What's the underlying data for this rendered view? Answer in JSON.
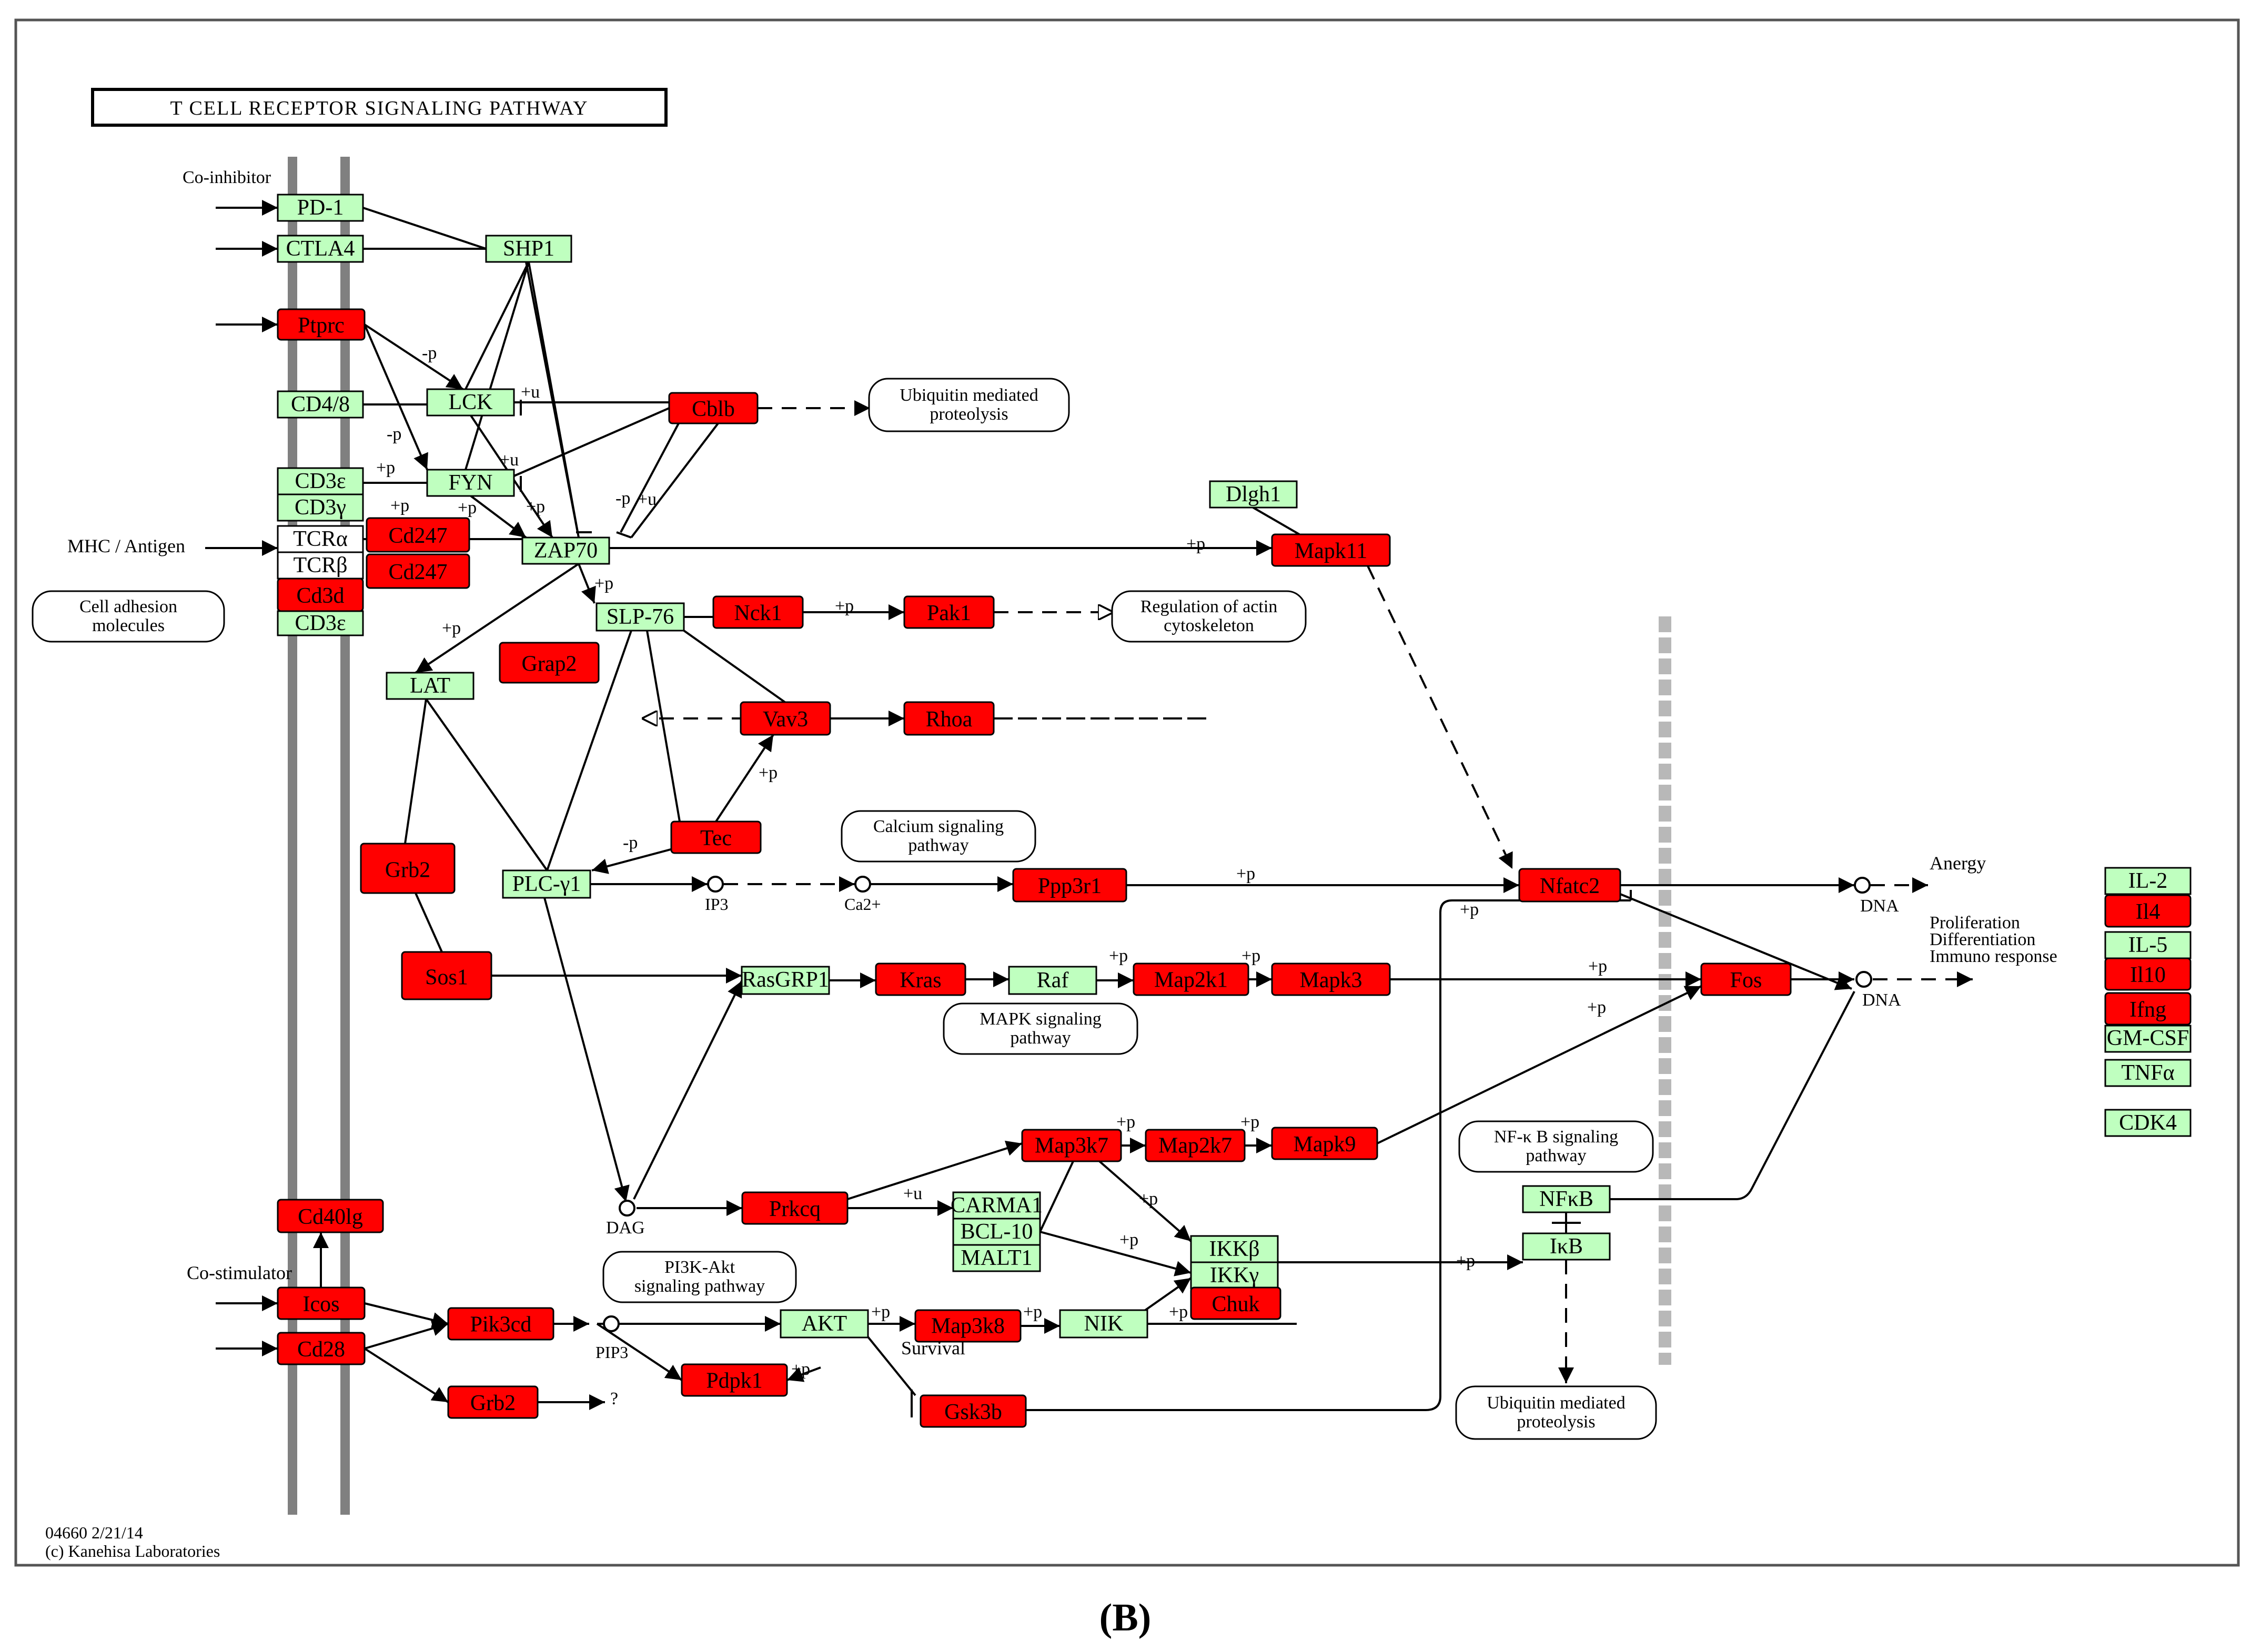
{
  "title": "T  CELL  RECEPTOR  SIGNALING PATHWAY",
  "footer": {
    "id": "04660 2/21/14",
    "copyright": "(c) Kanehisa Laboratories"
  },
  "caption": {
    "open": "(",
    "letter": "B",
    "close": ")"
  },
  "colors": {
    "up": "#ff0000",
    "normal": "#bfffbf",
    "border": "#000000",
    "membrane": "#808080"
  },
  "genes": [
    {
      "id": "pd1",
      "label": "PD-1",
      "status": "normal"
    },
    {
      "id": "ctla4",
      "label": "CTLA4",
      "status": "normal"
    },
    {
      "id": "shp1",
      "label": "SHP1",
      "status": "normal"
    },
    {
      "id": "ptprc",
      "label": "Ptprc",
      "status": "up"
    },
    {
      "id": "cd48",
      "label": "CD4/8",
      "status": "normal"
    },
    {
      "id": "lck",
      "label": "LCK",
      "status": "normal"
    },
    {
      "id": "cblb",
      "label": "Cblb",
      "status": "up"
    },
    {
      "id": "cd3e1",
      "label": "CD3ε",
      "status": "normal"
    },
    {
      "id": "cd3y",
      "label": "CD3γ",
      "status": "normal"
    },
    {
      "id": "fyn",
      "label": "FYN",
      "status": "normal"
    },
    {
      "id": "tcra",
      "label": "TCRα",
      "status": "white"
    },
    {
      "id": "tcrb",
      "label": "TCRβ",
      "status": "white"
    },
    {
      "id": "cd247a",
      "label": "Cd247",
      "status": "up"
    },
    {
      "id": "cd247b",
      "label": "Cd247",
      "status": "up"
    },
    {
      "id": "zap70",
      "label": "ZAP70",
      "status": "normal"
    },
    {
      "id": "cd3d",
      "label": "Cd3d",
      "status": "up"
    },
    {
      "id": "cd3e2",
      "label": "CD3ε",
      "status": "normal"
    },
    {
      "id": "dlgh1",
      "label": "Dlgh1",
      "status": "normal"
    },
    {
      "id": "mapk11",
      "label": "Mapk11",
      "status": "up"
    },
    {
      "id": "slp76",
      "label": "SLP-76",
      "status": "normal"
    },
    {
      "id": "nck1",
      "label": "Nck1",
      "status": "up"
    },
    {
      "id": "pak1",
      "label": "Pak1",
      "status": "up"
    },
    {
      "id": "lat",
      "label": "LAT",
      "status": "normal"
    },
    {
      "id": "grap2",
      "label": "Grap2",
      "status": "up"
    },
    {
      "id": "vav3",
      "label": "Vav3",
      "status": "up"
    },
    {
      "id": "rhoa",
      "label": "Rhoa",
      "status": "up"
    },
    {
      "id": "tec",
      "label": "Tec",
      "status": "up"
    },
    {
      "id": "grb2a",
      "label": "Grb2",
      "status": "up"
    },
    {
      "id": "plcy1",
      "label": "PLC-γ1",
      "status": "normal"
    },
    {
      "id": "ppp3r1",
      "label": "Ppp3r1",
      "status": "up"
    },
    {
      "id": "nfatc2",
      "label": "Nfatc2",
      "status": "up"
    },
    {
      "id": "sos1",
      "label": "Sos1",
      "status": "up"
    },
    {
      "id": "rasgrp1",
      "label": "RasGRP1",
      "status": "normal"
    },
    {
      "id": "kras",
      "label": "Kras",
      "status": "up"
    },
    {
      "id": "raf",
      "label": "Raf",
      "status": "normal"
    },
    {
      "id": "map2k1",
      "label": "Map2k1",
      "status": "up"
    },
    {
      "id": "mapk3",
      "label": "Mapk3",
      "status": "up"
    },
    {
      "id": "fos",
      "label": "Fos",
      "status": "up"
    },
    {
      "id": "map3k7",
      "label": "Map3k7",
      "status": "up"
    },
    {
      "id": "map2k7",
      "label": "Map2k7",
      "status": "up"
    },
    {
      "id": "mapk9",
      "label": "Mapk9",
      "status": "up"
    },
    {
      "id": "prkcq",
      "label": "Prkcq",
      "status": "up"
    },
    {
      "id": "carma1",
      "label": "CARMA1",
      "status": "normal"
    },
    {
      "id": "bcl10",
      "label": "BCL-10",
      "status": "normal"
    },
    {
      "id": "malt1",
      "label": "MALT1",
      "status": "normal"
    },
    {
      "id": "ikkb",
      "label": "IKKβ",
      "status": "normal"
    },
    {
      "id": "ikky",
      "label": "IKKγ",
      "status": "normal"
    },
    {
      "id": "chuk",
      "label": "Chuk",
      "status": "up"
    },
    {
      "id": "nfkb",
      "label": "NFκB",
      "status": "normal"
    },
    {
      "id": "ikb",
      "label": "IκB",
      "status": "normal"
    },
    {
      "id": "cd40lg",
      "label": "Cd40lg",
      "status": "up"
    },
    {
      "id": "icos",
      "label": "Icos",
      "status": "up"
    },
    {
      "id": "cd28",
      "label": "Cd28",
      "status": "up"
    },
    {
      "id": "pik3cd",
      "label": "Pik3cd",
      "status": "up"
    },
    {
      "id": "akt",
      "label": "AKT",
      "status": "normal"
    },
    {
      "id": "map3k8",
      "label": "Map3k8",
      "status": "up"
    },
    {
      "id": "nik",
      "label": "NIK",
      "status": "normal"
    },
    {
      "id": "pdpk1",
      "label": "Pdpk1",
      "status": "up"
    },
    {
      "id": "grb2b",
      "label": "Grb2",
      "status": "up"
    },
    {
      "id": "gsk3b",
      "label": "Gsk3b",
      "status": "up"
    },
    {
      "id": "il2",
      "label": "IL-2",
      "status": "normal"
    },
    {
      "id": "il4",
      "label": "Il4",
      "status": "up"
    },
    {
      "id": "il5",
      "label": "IL-5",
      "status": "normal"
    },
    {
      "id": "il10",
      "label": "Il10",
      "status": "up"
    },
    {
      "id": "ifng",
      "label": "Ifng",
      "status": "up"
    },
    {
      "id": "gmcsf",
      "label": "GM-CSF",
      "status": "normal"
    },
    {
      "id": "tnfa",
      "label": "TNFα",
      "status": "normal"
    },
    {
      "id": "cdk4",
      "label": "CDK4",
      "status": "normal"
    }
  ],
  "pathways": [
    {
      "id": "ubiq1",
      "lines": [
        "Ubiquitin mediated",
        "proteolysis"
      ]
    },
    {
      "id": "actin",
      "lines": [
        "Regulation of actin",
        "cytoskeleton"
      ]
    },
    {
      "id": "celladh",
      "lines": [
        "Cell adhesion",
        "molecules"
      ]
    },
    {
      "id": "calcium",
      "lines": [
        "Calcium signaling",
        "pathway"
      ]
    },
    {
      "id": "mapk",
      "lines": [
        "MAPK signaling",
        "pathway"
      ]
    },
    {
      "id": "nfkbpath",
      "lines": [
        "NF-κ B signaling",
        "pathway"
      ]
    },
    {
      "id": "pi3k",
      "lines": [
        "PI3K-Akt",
        "signaling pathway"
      ]
    },
    {
      "id": "ubiq2",
      "lines": [
        "Ubiquitin mediated",
        "proteolysis"
      ]
    }
  ],
  "labels": [
    {
      "id": "coinhibitor",
      "text": "Co-inhibitor"
    },
    {
      "id": "mhc",
      "text": "MHC / Antigen"
    },
    {
      "id": "costimulator",
      "text": "Co-stimulator"
    },
    {
      "id": "ip3",
      "text": "IP3"
    },
    {
      "id": "ca2",
      "text": "Ca2+"
    },
    {
      "id": "dag",
      "text": "DAG"
    },
    {
      "id": "pip3",
      "text": "PIP3"
    },
    {
      "id": "dna1",
      "text": "DNA"
    },
    {
      "id": "dna2",
      "text": "DNA"
    },
    {
      "id": "anergy",
      "text": "Anergy"
    },
    {
      "id": "prolif",
      "text": "Proliferation"
    },
    {
      "id": "differ",
      "text": "Differentiation"
    },
    {
      "id": "immuno",
      "text": "Immuno response"
    },
    {
      "id": "survival",
      "text": "Survival"
    },
    {
      "id": "question",
      "text": "?"
    }
  ],
  "modifications": [
    "-p",
    "-p",
    "+u",
    "+p",
    "+u",
    "+p",
    "+p",
    "-p",
    "+p",
    "+u",
    "+p",
    "+p",
    "+p",
    "+p",
    "-p",
    "+p",
    "+p",
    "+p",
    "+p",
    "+p",
    "+p",
    "+p",
    "+p",
    "+p",
    "+u",
    "+p",
    "+p",
    "+p",
    "+p",
    "+p",
    "+p",
    "+p"
  ]
}
